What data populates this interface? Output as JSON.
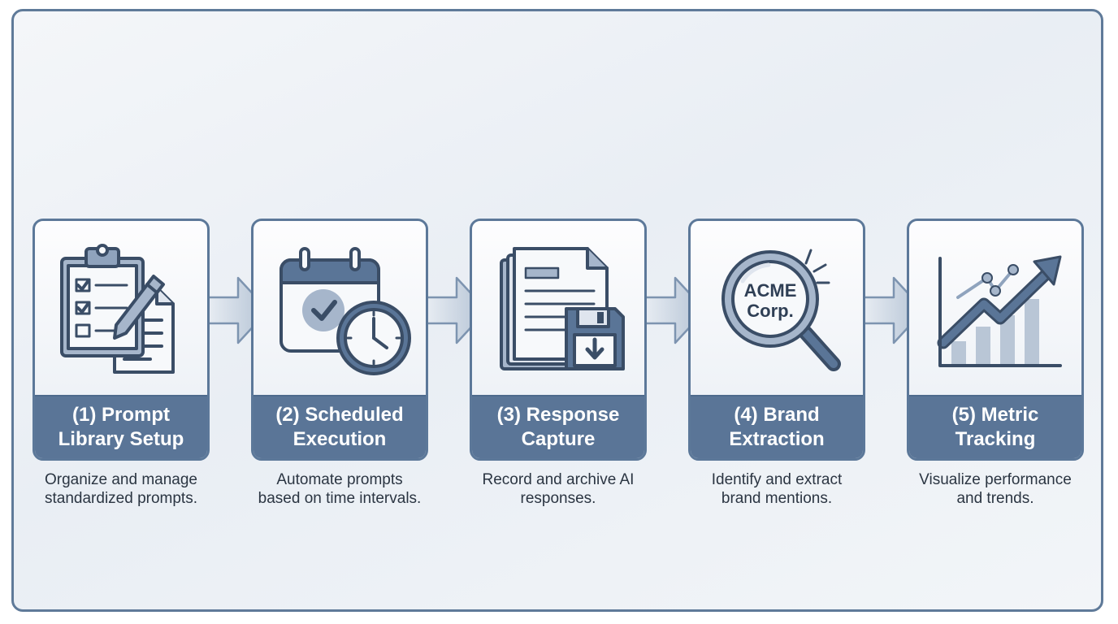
{
  "steps": [
    {
      "title_line1": "(1) Prompt",
      "title_line2": "Library Setup",
      "desc_line1": "Organize and manage",
      "desc_line2": "standardized prompts.",
      "icon": "clipboard-checklist-pencil-icon"
    },
    {
      "title_line1": "(2) Scheduled",
      "title_line2": "Execution",
      "desc_line1": "Automate prompts",
      "desc_line2": "based on time intervals.",
      "icon": "calendar-clock-icon"
    },
    {
      "title_line1": "(3) Response",
      "title_line2": "Capture",
      "desc_line1": "Record and archive AI",
      "desc_line2": "responses.",
      "icon": "document-save-icon"
    },
    {
      "title_line1": "(4) Brand",
      "title_line2": "Extraction",
      "desc_line1": "Identify and extract",
      "desc_line2": "brand mentions.",
      "icon": "magnifier-icon",
      "magnifier_text_line1": "ACME",
      "magnifier_text_line2": "Corp."
    },
    {
      "title_line1": "(5) Metric",
      "title_line2": "Tracking",
      "desc_line1": "Visualize performance",
      "desc_line2": "and trends.",
      "icon": "trend-chart-icon"
    }
  ],
  "colors": {
    "frame_border": "#5f7a99",
    "band": "#5a7597",
    "icon_stroke": "#3a4d66",
    "icon_fill": "#a6b6cb",
    "arrow": "#b9c6d6"
  }
}
